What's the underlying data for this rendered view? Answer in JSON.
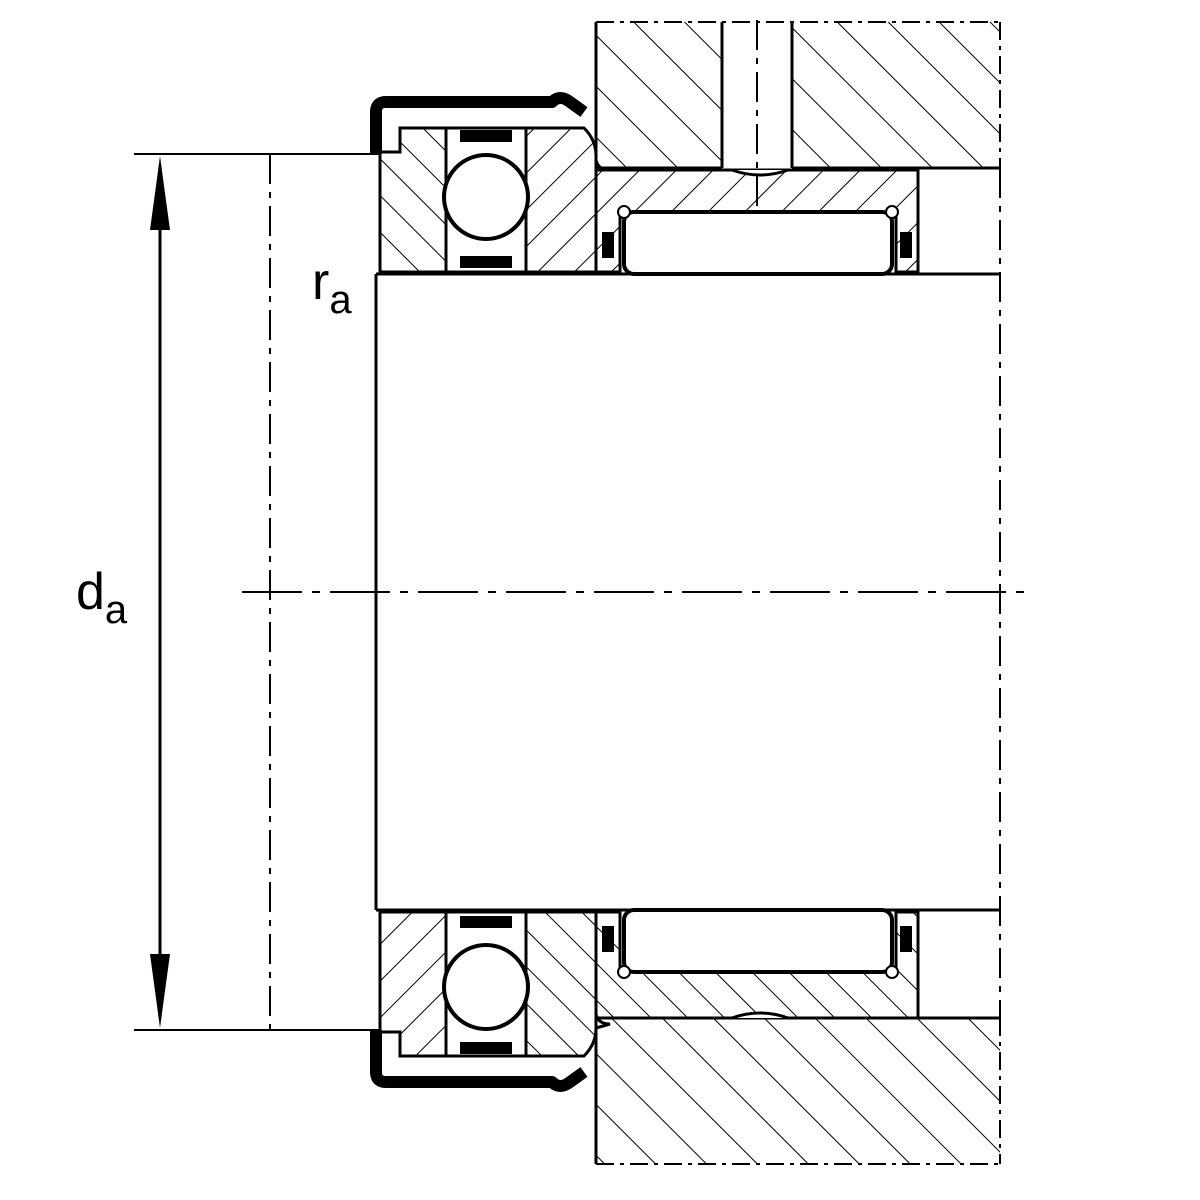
{
  "labels": {
    "da": {
      "main": "d",
      "sub": "a"
    },
    "ra": {
      "main": "r",
      "sub": "a"
    }
  },
  "colors": {
    "stroke": "#000000",
    "background": "#ffffff"
  }
}
